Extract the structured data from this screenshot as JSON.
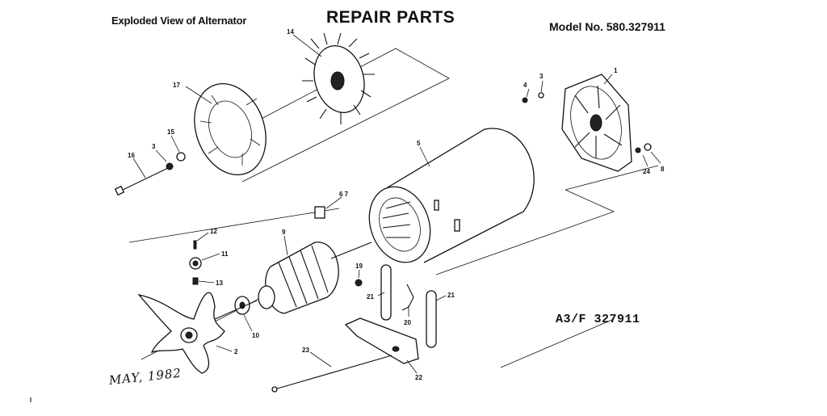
{
  "header": {
    "subtitle": "Exploded View of Alternator",
    "title": "REPAIR PARTS",
    "model": "Model No. 580.327911"
  },
  "reference_code": "A3/F 327911",
  "date_note": "MAY, 1982",
  "callouts": {
    "p1": "1",
    "p2": "2",
    "p3a": "3",
    "p3b": "3",
    "p4": "4",
    "p5": "5",
    "p67": "6 7",
    "p8": "8",
    "p9": "9",
    "p10": "10",
    "p11": "11",
    "p12": "12",
    "p13": "13",
    "p14": "14",
    "p15": "15",
    "p16": "16",
    "p17": "17",
    "p19": "19",
    "p20": "20",
    "p21a": "21",
    "p21b": "21",
    "p22": "22",
    "p23": "23",
    "p24": "24"
  }
}
